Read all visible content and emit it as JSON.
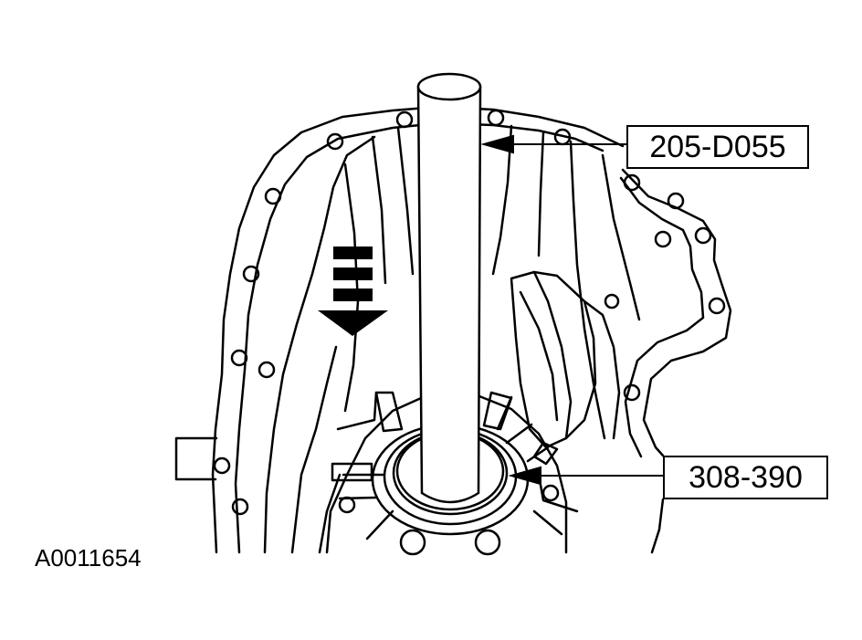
{
  "callouts": [
    {
      "label": "205-D055"
    },
    {
      "label": "308-390"
    }
  ],
  "figure_id": "A0011654",
  "icons": {
    "direction": "down-arrow-icon",
    "housing": "transmission-housing-illustration"
  },
  "colors": {
    "line": "#000000",
    "background": "#ffffff"
  }
}
